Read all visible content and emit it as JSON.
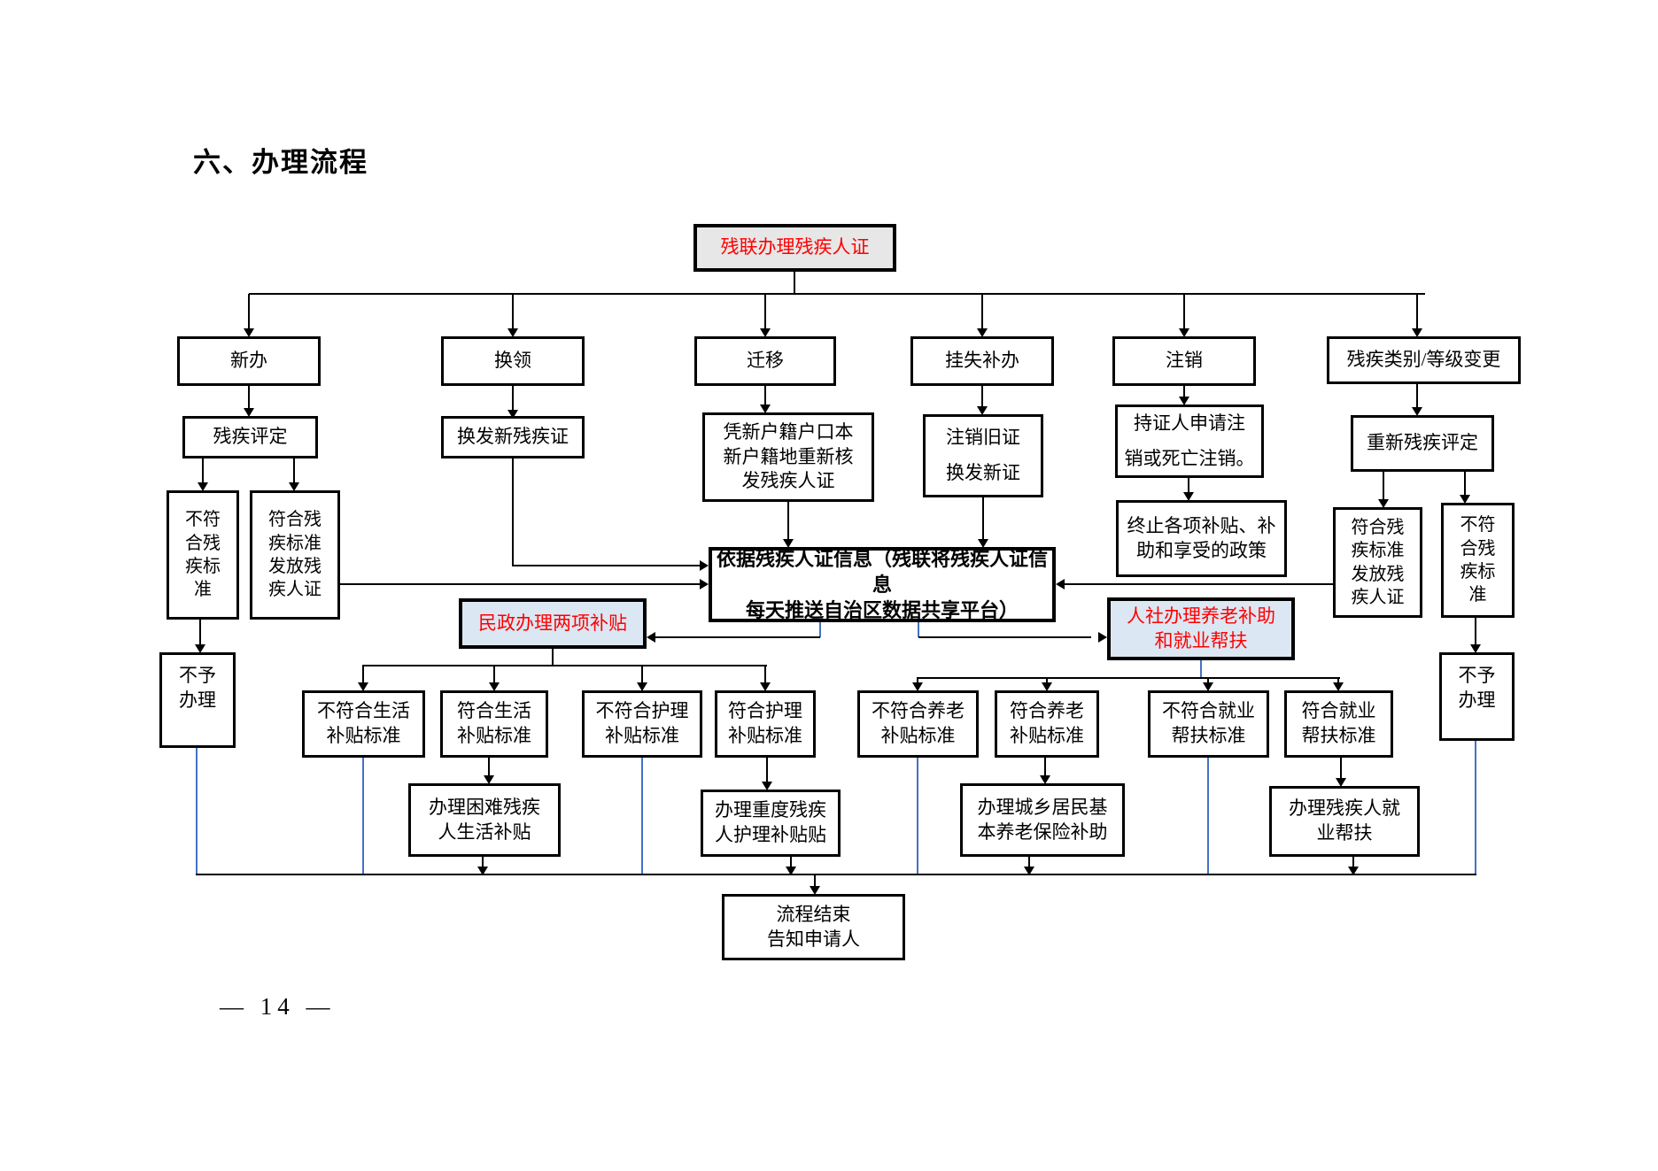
{
  "page": {
    "title": "六、办理流程",
    "page_number": "— 14 —"
  },
  "colors": {
    "red_text": "#ff0000",
    "blue_connector": "#4472c4",
    "root_box_bg": "#e7e7e7",
    "category_box_bg": "#dbe7f3",
    "line": "#000000"
  },
  "nodes": {
    "root": {
      "label": "残联办理残疾人证"
    },
    "new_apply": {
      "label": "新办"
    },
    "renew": {
      "label": "换领"
    },
    "transfer": {
      "label": "迁移"
    },
    "loss_reissue": {
      "label": "挂失补办"
    },
    "cancel": {
      "label": "注销"
    },
    "category_change": {
      "label": "残疾类别/等级变更"
    },
    "assess": {
      "label": "残疾评定"
    },
    "reissue_cert": {
      "label": "换发新残疾证"
    },
    "transfer_detail": {
      "label": "凭新户籍户口本\n新户籍地重新核\n发残疾人证"
    },
    "cancel_old_issue_new": {
      "label": "注销旧证\n换发新证"
    },
    "holder_cancel": {
      "label": "持证人申请注\n销或死亡注销。"
    },
    "terminate_policy": {
      "label": "终止各项补贴、补\n助和享受的政策"
    },
    "reassess": {
      "label": "重新残疾评定"
    },
    "fail_std_left": {
      "label": "不符\n合残\n疾标\n准"
    },
    "pass_std_left": {
      "label": "符合残\n疾标准\n发放残\n疾人证"
    },
    "no_process_left": {
      "label": "不予\n办理"
    },
    "pass_std_right": {
      "label": "符合残\n疾标准\n发放残\n疾人证"
    },
    "fail_std_right": {
      "label": "不符\n合残\n疾标\n准"
    },
    "no_process_right": {
      "label": "不予\n办理"
    },
    "central_info": {
      "label": "依据残疾人证信息（残联将残疾人证信息\n每天推送自治区数据共享平台）"
    },
    "minzheng": {
      "label": "民政办理两项补贴"
    },
    "renshe": {
      "label": "人社办理养老补助\n和就业帮扶"
    },
    "fail_life": {
      "label": "不符合生活\n补贴标准"
    },
    "pass_life": {
      "label": "符合生活\n补贴标准"
    },
    "fail_care": {
      "label": "不符合护理\n补贴标准"
    },
    "pass_care": {
      "label": "符合护理\n补贴标准"
    },
    "fail_pension": {
      "label": "不符合养老\n补贴标准"
    },
    "pass_pension": {
      "label": "符合养老\n补贴标准"
    },
    "fail_employ": {
      "label": "不符合就业\n帮扶标准"
    },
    "pass_employ": {
      "label": "符合就业\n帮扶标准"
    },
    "do_life": {
      "label": "办理困难残疾\n人生活补贴"
    },
    "do_care": {
      "label": "办理重度残疾\n人护理补贴贴"
    },
    "do_pension": {
      "label": "办理城乡居民基\n本养老保险补助"
    },
    "do_employ": {
      "label": "办理残疾人就\n业帮扶"
    },
    "end": {
      "label": "流程结束\n告知申请人"
    }
  }
}
